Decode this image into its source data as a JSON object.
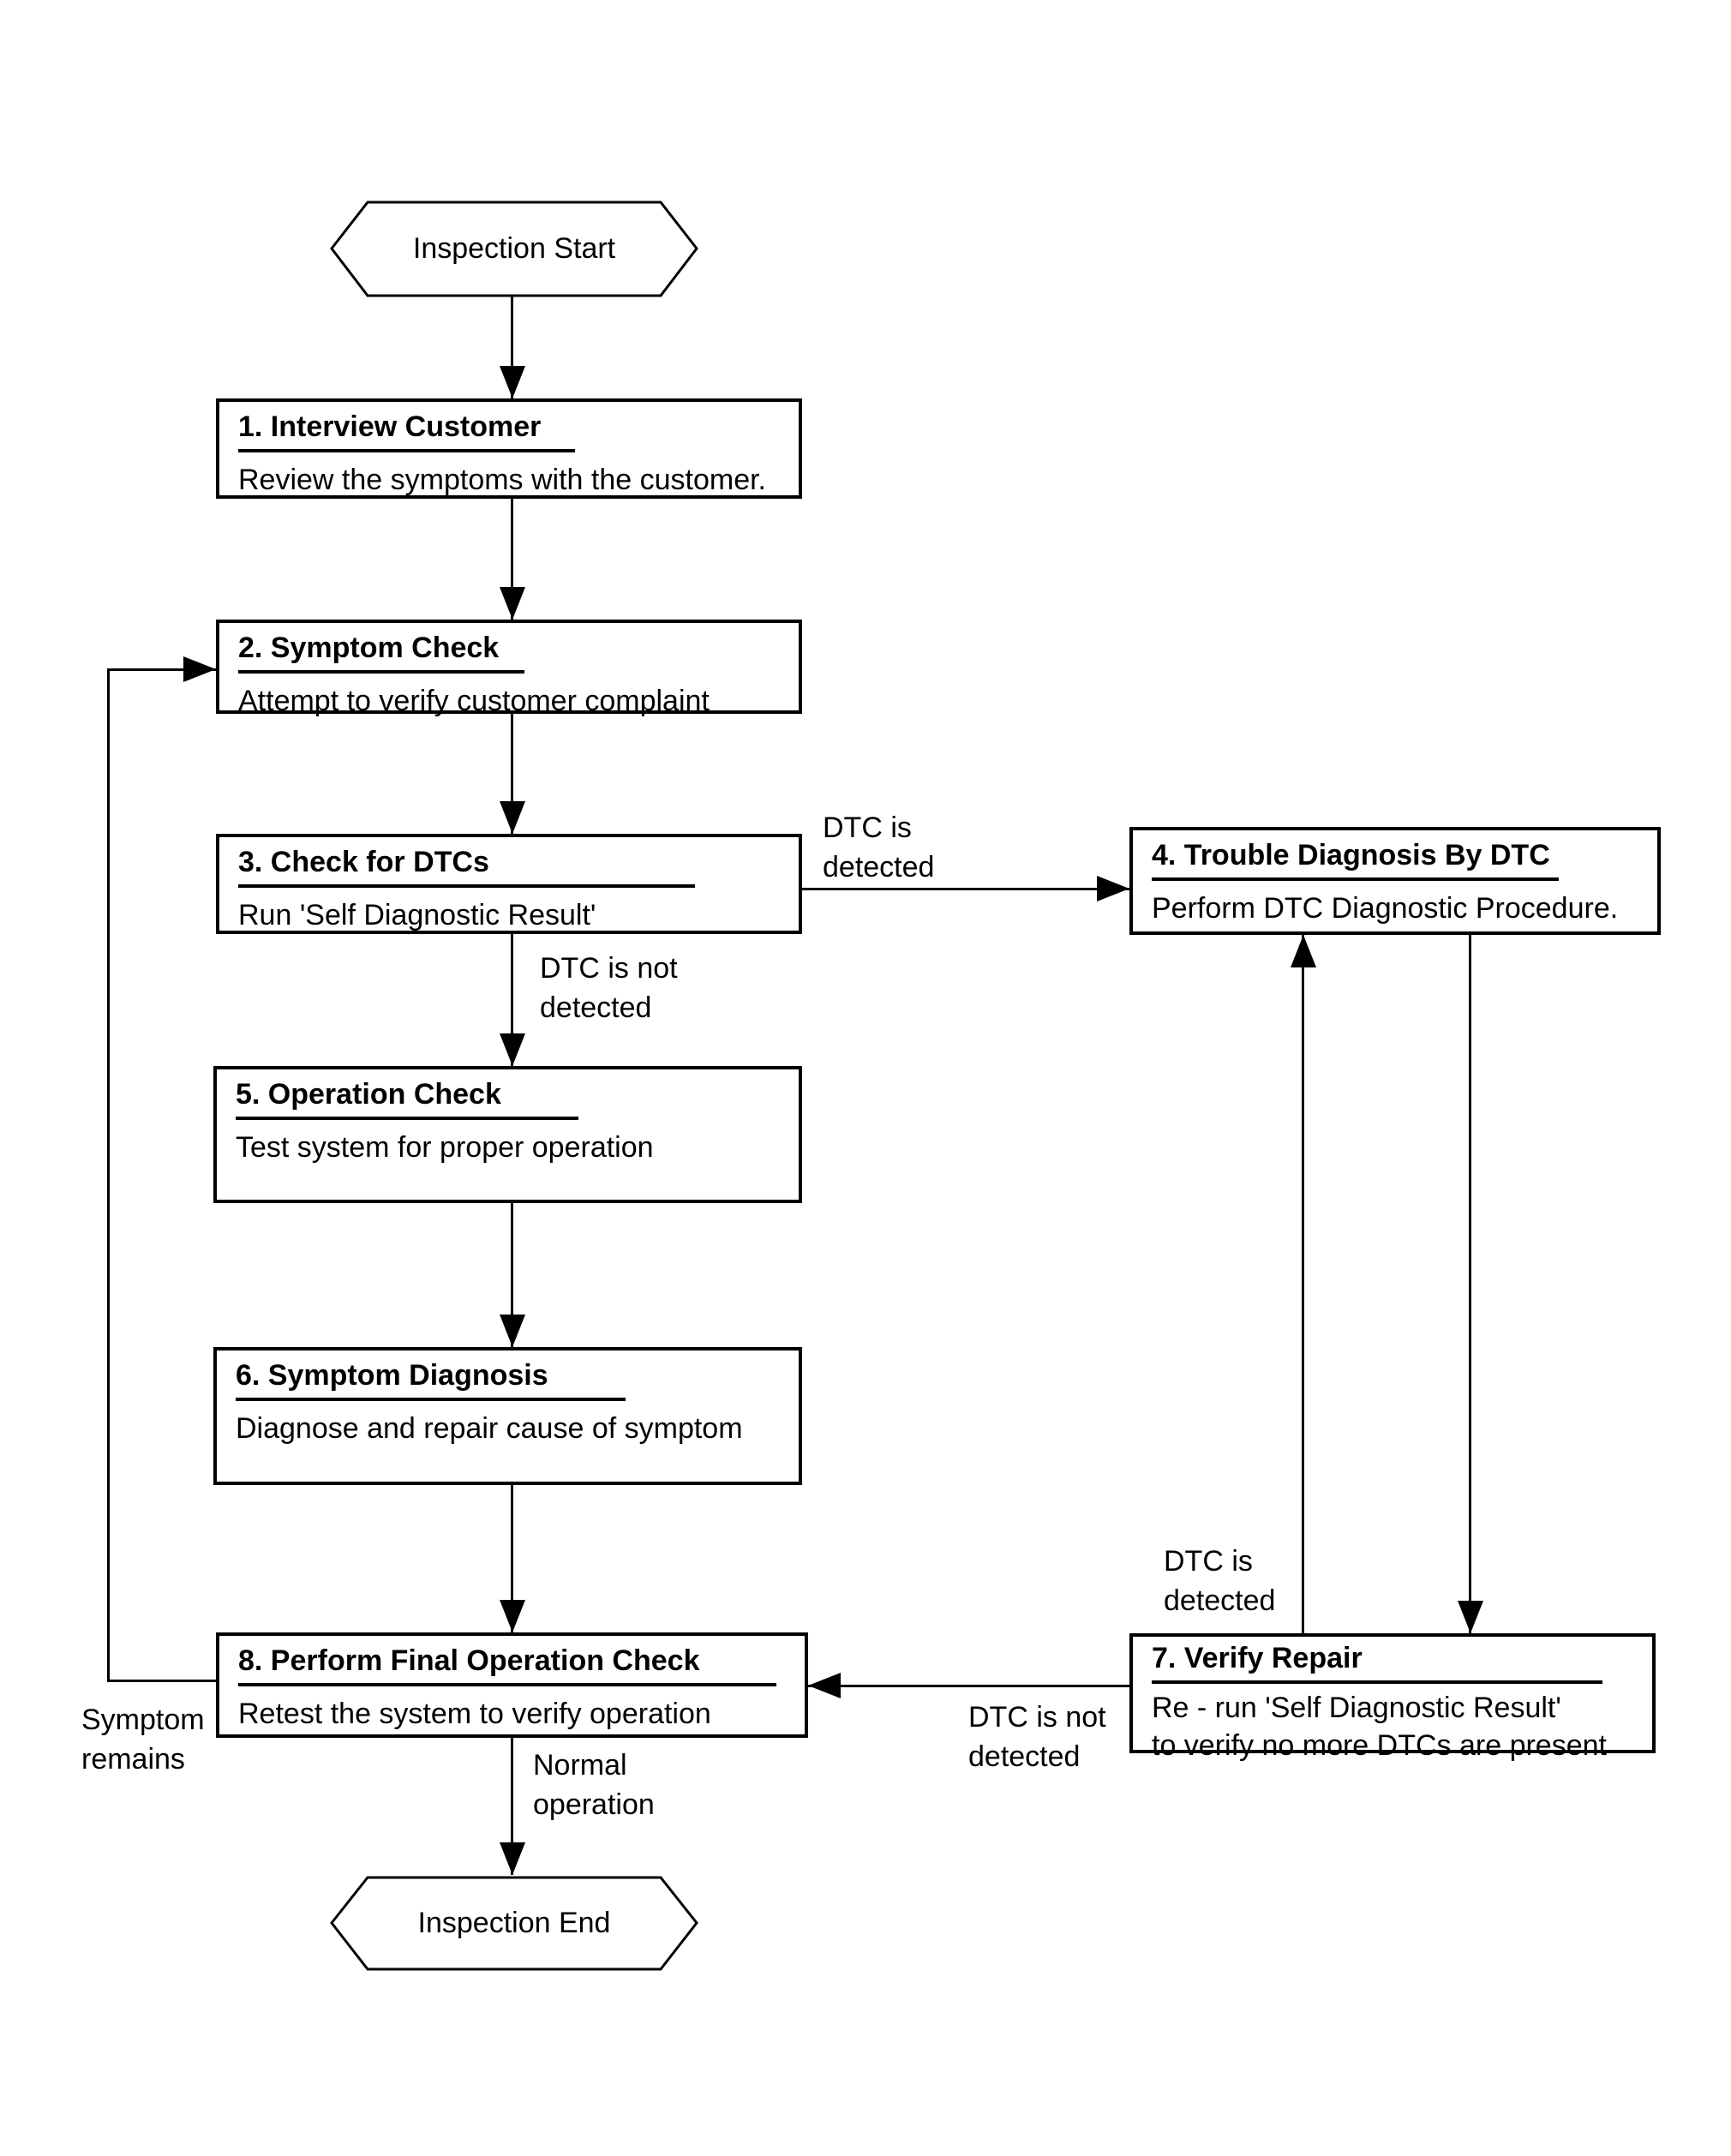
{
  "flowchart": {
    "background": "#ffffff",
    "line_color": "#000000",
    "start_label": "Inspection Start",
    "end_label": "Inspection End",
    "steps": {
      "s1": {
        "title": "1. Interview Customer",
        "body": "Review the symptoms with the customer."
      },
      "s2": {
        "title": "2. Symptom Check",
        "body": "Attempt to verify customer complaint"
      },
      "s3": {
        "title": "3. Check for DTCs",
        "body": "Run 'Self Diagnostic Result'"
      },
      "s4": {
        "title": "4. Trouble Diagnosis By DTC",
        "body": "Perform DTC Diagnostic Procedure."
      },
      "s5": {
        "title": "5. Operation Check",
        "body": "Test system for proper operation"
      },
      "s6": {
        "title": "6. Symptom Diagnosis",
        "body": "Diagnose and repair cause of symptom"
      },
      "s7": {
        "title": "7. Verify Repair",
        "body": "Re - run 'Self Diagnostic Result'\nto verify no more DTCs are present"
      },
      "s8": {
        "title": "8. Perform Final Operation Check",
        "body": "Retest the system to verify operation"
      }
    },
    "edge_labels": {
      "dtc_detected_box3_to_box4": "DTC is\ndetected",
      "dtc_not_detected_box3_to_box5": "DTC is not\ndetected",
      "dtc_detected_box7_to_box4": "DTC is\ndetected",
      "dtc_not_detected_box7_to_box8": "DTC is not\ndetected",
      "symptom_remains": "Symptom\nremains",
      "normal_operation": "Normal\noperation"
    },
    "edges": [
      {
        "from": "start",
        "to": "s1"
      },
      {
        "from": "s1",
        "to": "s2"
      },
      {
        "from": "s2",
        "to": "s3"
      },
      {
        "from": "s3",
        "to": "s4",
        "label": "dtc_detected_box3_to_box4"
      },
      {
        "from": "s3",
        "to": "s5",
        "label": "dtc_not_detected_box3_to_box5"
      },
      {
        "from": "s5",
        "to": "s6"
      },
      {
        "from": "s6",
        "to": "s8"
      },
      {
        "from": "s4",
        "to": "s7"
      },
      {
        "from": "s7",
        "to": "s4",
        "label": "dtc_detected_box7_to_box4"
      },
      {
        "from": "s7",
        "to": "s8",
        "label": "dtc_not_detected_box7_to_box8"
      },
      {
        "from": "s8",
        "to": "s2",
        "label": "symptom_remains"
      },
      {
        "from": "s8",
        "to": "end",
        "label": "normal_operation"
      }
    ]
  }
}
